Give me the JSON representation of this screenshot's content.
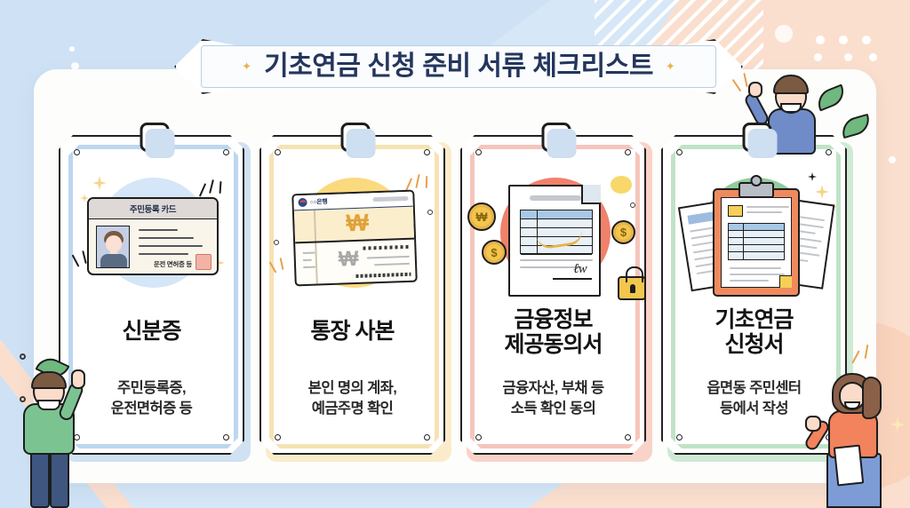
{
  "header": {
    "title": "기초연금 신청 준비 서류 체크리스트",
    "sparkle_left": "✦",
    "sparkle_right": "✦",
    "title_color": "#24365c"
  },
  "theme": {
    "bg_blue": "#cfe2f5",
    "bg_peach": "#fbdfce",
    "panel": "#fdfdfb",
    "ink": "#1d1d1d"
  },
  "cards": [
    {
      "index": "1",
      "title": "신분증",
      "subtitle_line1": "주민등록증,",
      "subtitle_line2": "운전면허증 등",
      "accent": "#bcd7ef",
      "blob": "#d4e6f7",
      "checkbox_checked": "false",
      "illustration": "id-card",
      "art_text": {
        "card_header": "주민등록 카드",
        "card_footer": "운전 면허증 등"
      }
    },
    {
      "index": "2",
      "title": "통장 사본",
      "subtitle_line1": "본인 명의 계좌,",
      "subtitle_line2": "예금주명 확인",
      "accent": "#f6e2b4",
      "blob": "#fbd97e",
      "checkbox_checked": "false",
      "illustration": "bankbook",
      "art_text": {
        "bank_name": "○○은행",
        "currency_large": "₩",
        "currency_small": "₩"
      }
    },
    {
      "index": "3",
      "title_line1": "금융정보",
      "title_line2": "제공동의서",
      "title": "금융정보 제공동의서",
      "subtitle_line1": "금융자산, 부채 등",
      "subtitle_line2": "소득 확인 동의",
      "accent": "#f6c5bb",
      "blob": "#f0816a",
      "checkbox_checked": "false",
      "illustration": "consent-document",
      "art_text": {
        "coin_won": "₩",
        "coin_dollar_1": "$",
        "coin_dollar_2": "$"
      }
    },
    {
      "index": "4",
      "title_line1": "기초연금",
      "title_line2": "신청서",
      "title": "기초연금 신청서",
      "subtitle_line1": "읍면동 주민센터",
      "subtitle_line2": "등에서 작성",
      "accent": "#bfe3c6",
      "blob": "#92cb9e",
      "checkbox_checked": "false",
      "illustration": "clipboard-form"
    }
  ],
  "characters": [
    {
      "id": "man-pointing-left",
      "top_color": "#7cc392",
      "bottom_color": "#3f5680"
    },
    {
      "id": "man-waving-top-right",
      "top_color": "#6f8cc9",
      "bottom_color": "#6f8cc9"
    },
    {
      "id": "woman-with-clipboard",
      "top_color": "#f2835c",
      "bottom_color": "#7d9cd6"
    }
  ]
}
